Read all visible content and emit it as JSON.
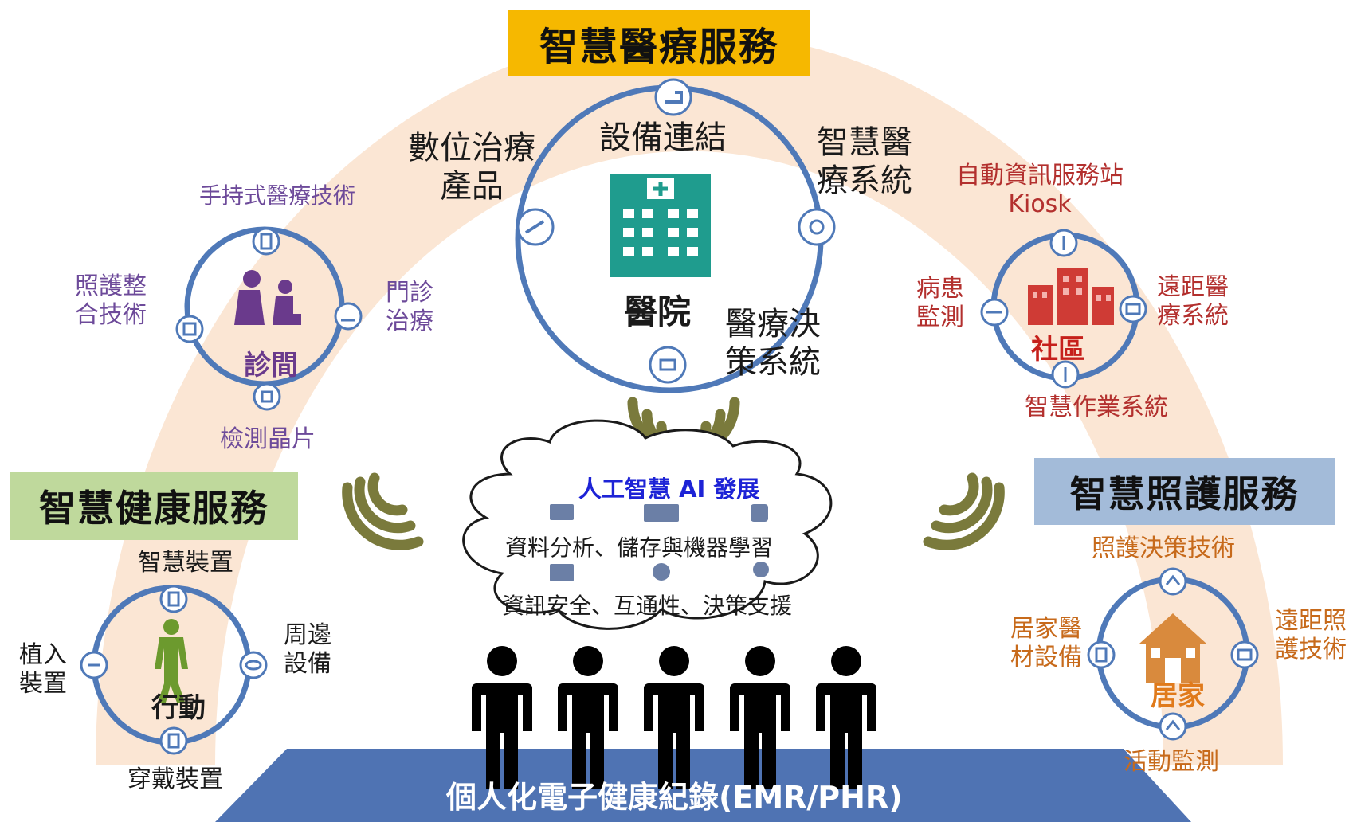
{
  "colors": {
    "ring_blue": "#4f79b8",
    "arc_peach": "#fbe6d4",
    "banner_medical": "#f6b800",
    "banner_health": "#bfd99c",
    "banner_care": "#a3bbd9",
    "base_blue": "#4f73b3",
    "wifi_olive": "#7a7a3c",
    "ai_title_blue": "#1d23d6",
    "hospital_teal": "#1f9c8e",
    "community_red": "#cf3b35",
    "home_orange": "#d98a3d",
    "mobile_green": "#6c9a2e",
    "clinic_purple": "#6a3a8c"
  },
  "banners": {
    "medical": "智慧醫療服務",
    "health": "智慧健康服務",
    "care": "智慧照護服務"
  },
  "hospital": {
    "center": "醫院",
    "top": "設備連結",
    "left": [
      "數位治療",
      "產品"
    ],
    "right": [
      "智慧醫",
      "療系統"
    ],
    "bottom": [
      "醫療決",
      "策系統"
    ]
  },
  "clinic": {
    "center": "診間",
    "top": "手持式醫療技術",
    "left": [
      "照護整",
      "合技術"
    ],
    "right": [
      "門診",
      "治療"
    ],
    "bottom": "檢測晶片"
  },
  "community": {
    "center": "社區",
    "top": [
      "自動資訊服務站",
      "Kiosk"
    ],
    "left": [
      "病患",
      "監測"
    ],
    "right": [
      "遠距醫",
      "療系統"
    ],
    "bottom": "智慧作業系統"
  },
  "mobile": {
    "center": "行動",
    "top": "智慧裝置",
    "left": [
      "植入",
      "裝置"
    ],
    "right": [
      "周邊",
      "設備"
    ],
    "bottom": "穿戴裝置"
  },
  "home": {
    "center": "居家",
    "top": "照護決策技術",
    "left": [
      "居家醫",
      "材設備"
    ],
    "right": [
      "遠距照",
      "護技術"
    ],
    "bottom": "活動監測"
  },
  "cloud": {
    "title": "人工智慧 AI 發展",
    "line1": "資料分析、儲存與機器學習",
    "line2": "資訊安全、互通性、決策支援"
  },
  "base": {
    "label": "個人化電子健康紀錄(EMR/PHR)"
  }
}
